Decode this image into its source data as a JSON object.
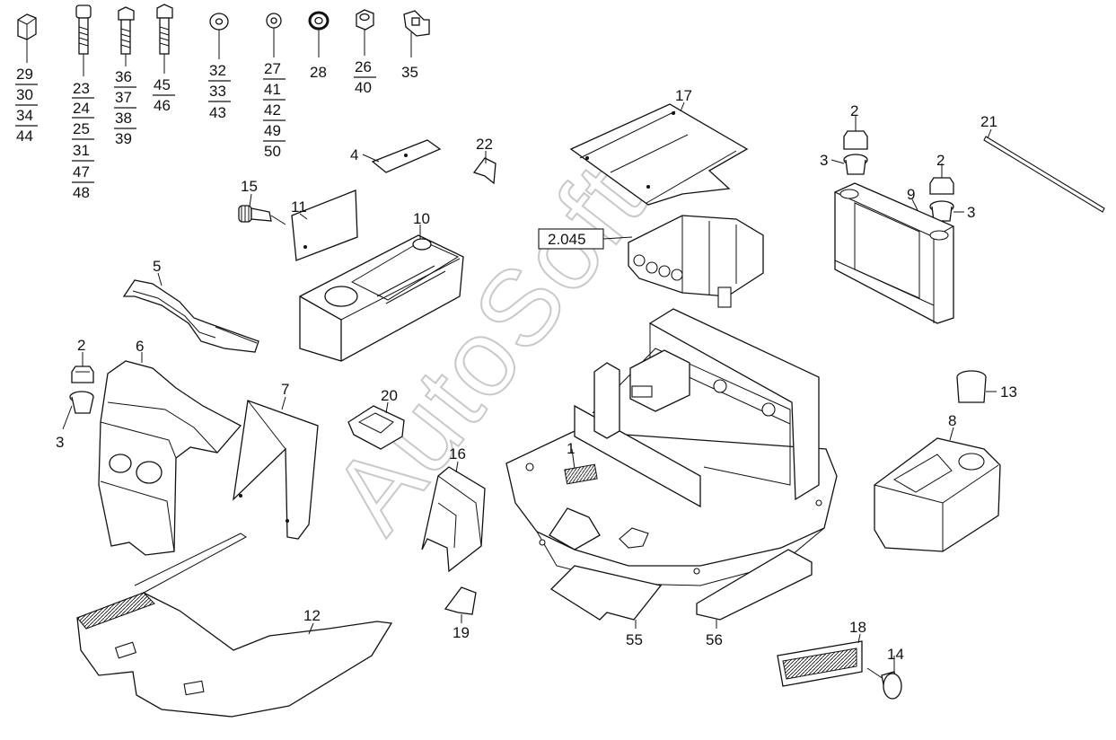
{
  "watermark": "AutoSoft",
  "fastener_labels": {
    "nut_29": [
      "29",
      "30",
      "34",
      "44"
    ],
    "bolt_23": [
      "23",
      "24",
      "25",
      "31",
      "47",
      "48"
    ],
    "bolt_36": [
      "36",
      "37",
      "38",
      "39"
    ],
    "bolt_45": [
      "45",
      "46"
    ],
    "washer_32": [
      "32",
      "33",
      "43"
    ],
    "washer_27": [
      "27",
      "41",
      "42",
      "49",
      "50"
    ],
    "ring_28": "28",
    "nut_26": [
      "26",
      "40"
    ],
    "clip_35": "35"
  },
  "callouts": {
    "c1": "1",
    "c2a": "2",
    "c2b": "2",
    "c2c": "2",
    "c3a": "3",
    "c3b": "3",
    "c3c": "3",
    "c4": "4",
    "c5": "5",
    "c6": "6",
    "c7": "7",
    "c8": "8",
    "c9": "9",
    "c10": "10",
    "c11": "11",
    "c12": "12",
    "c13": "13",
    "c14": "14",
    "c15": "15",
    "c16": "16",
    "c17": "17",
    "c18": "18",
    "c19": "19",
    "c20": "20",
    "c21": "21",
    "c22": "22",
    "c55": "55",
    "c56": "56"
  },
  "reference_box": "2.045"
}
